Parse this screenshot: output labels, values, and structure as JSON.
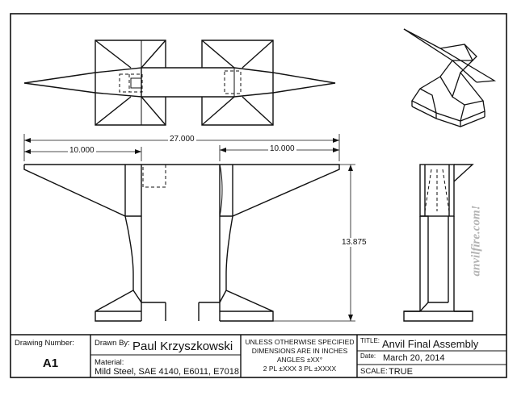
{
  "title_block": {
    "drawing_number_label": "Drawing Number:",
    "drawing_number": "A1",
    "drawn_by_label": "Drawn By:",
    "drawn_by": "Paul Krzyszkowski",
    "material_label": "Material:",
    "material": "Mild Steel, SAE 4140, E6011, E7018",
    "notes": [
      "UNLESS OTHERWISE SPECIFIED",
      "DIMENSIONS ARE IN INCHES",
      "ANGLES ±XX°",
      "2 PL ±XXX 3 PL ±XXXX"
    ],
    "title_label": "TITLE:",
    "title": "Anvil Final Assembly",
    "date_label": "Date:",
    "date": "March 20, 2014",
    "scale_label": "SCALE:",
    "scale": "TRUE"
  },
  "dimensions": {
    "overall_length": "27.000",
    "horn_length": "10.000",
    "heel_length": "10.000",
    "height": "13.875"
  },
  "watermark": "anvilfire.com!"
}
